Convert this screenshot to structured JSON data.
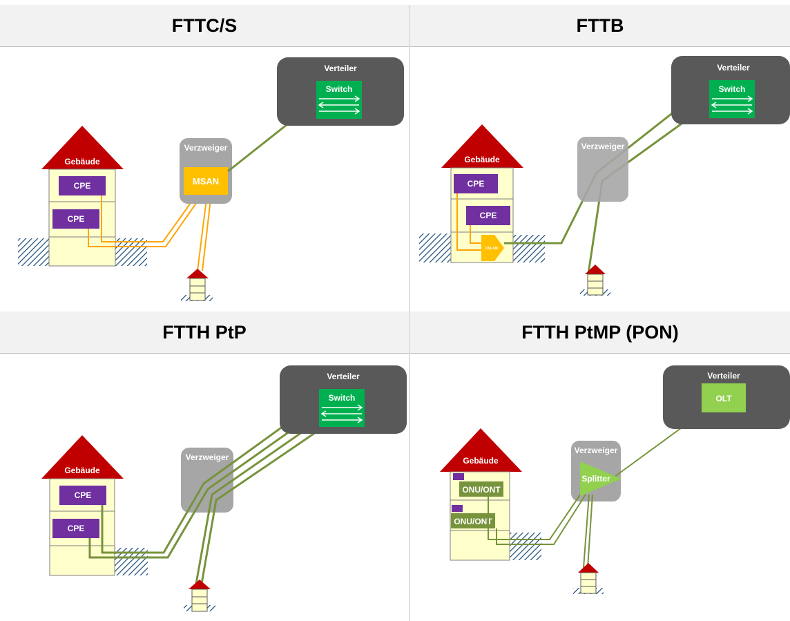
{
  "panels": [
    {
      "title": "FTTC/S"
    },
    {
      "title": "FTTB"
    },
    {
      "title": "FTTH PtP"
    },
    {
      "title": "FTTH PtMP (PON)"
    }
  ],
  "labels": {
    "verteiler": "Verteiler",
    "verzweiger": "Verzweiger",
    "gebaeude": "Gebäude",
    "cpe": "CPE",
    "switch": "Switch",
    "msan": "MSAN",
    "dslam": "DSLAM",
    "olt": "OLT",
    "splitter": "Splitter",
    "onu_ont": "ONU/ONT"
  },
  "colors": {
    "verteiler_box": "#595959",
    "verzweiger_box": "#a6a6a6",
    "house_roof": "#c00000",
    "house_body": "#ffffcc",
    "cpe": "#7030a0",
    "switch": "#00b050",
    "msan": "#ffc000",
    "fiber": "#77933c",
    "copper": "#ffa500",
    "olt_splitter": "#92d050",
    "hatch": "#1f4e79"
  }
}
